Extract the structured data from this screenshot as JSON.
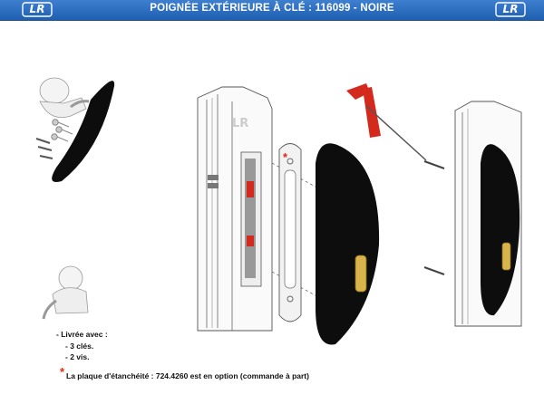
{
  "header": {
    "title": "POIGNÉE EXTÉRIEURE À CLÉ  : 116099 - NOIRE",
    "logo_text": "LR"
  },
  "notes": {
    "heading": "- Livrée avec :",
    "items": [
      "- 3 clés.",
      "- 2 vis."
    ]
  },
  "option_note": {
    "marker": "*",
    "text": "La plaque d'étanchéité : 724.4260 est en option (commande à part)"
  },
  "colors": {
    "header_bar": "#2a6bc0",
    "handle": "#0d0d0d",
    "hex_key": "#d42a1e",
    "marker": "#e0281a",
    "cylinder": "#d9b44a"
  },
  "icons": [
    "person-handle-icon",
    "person-pointing-icon",
    "hex-key-icon",
    "screw-icon",
    "lock-cylinder-icon",
    "keys-icon"
  ]
}
